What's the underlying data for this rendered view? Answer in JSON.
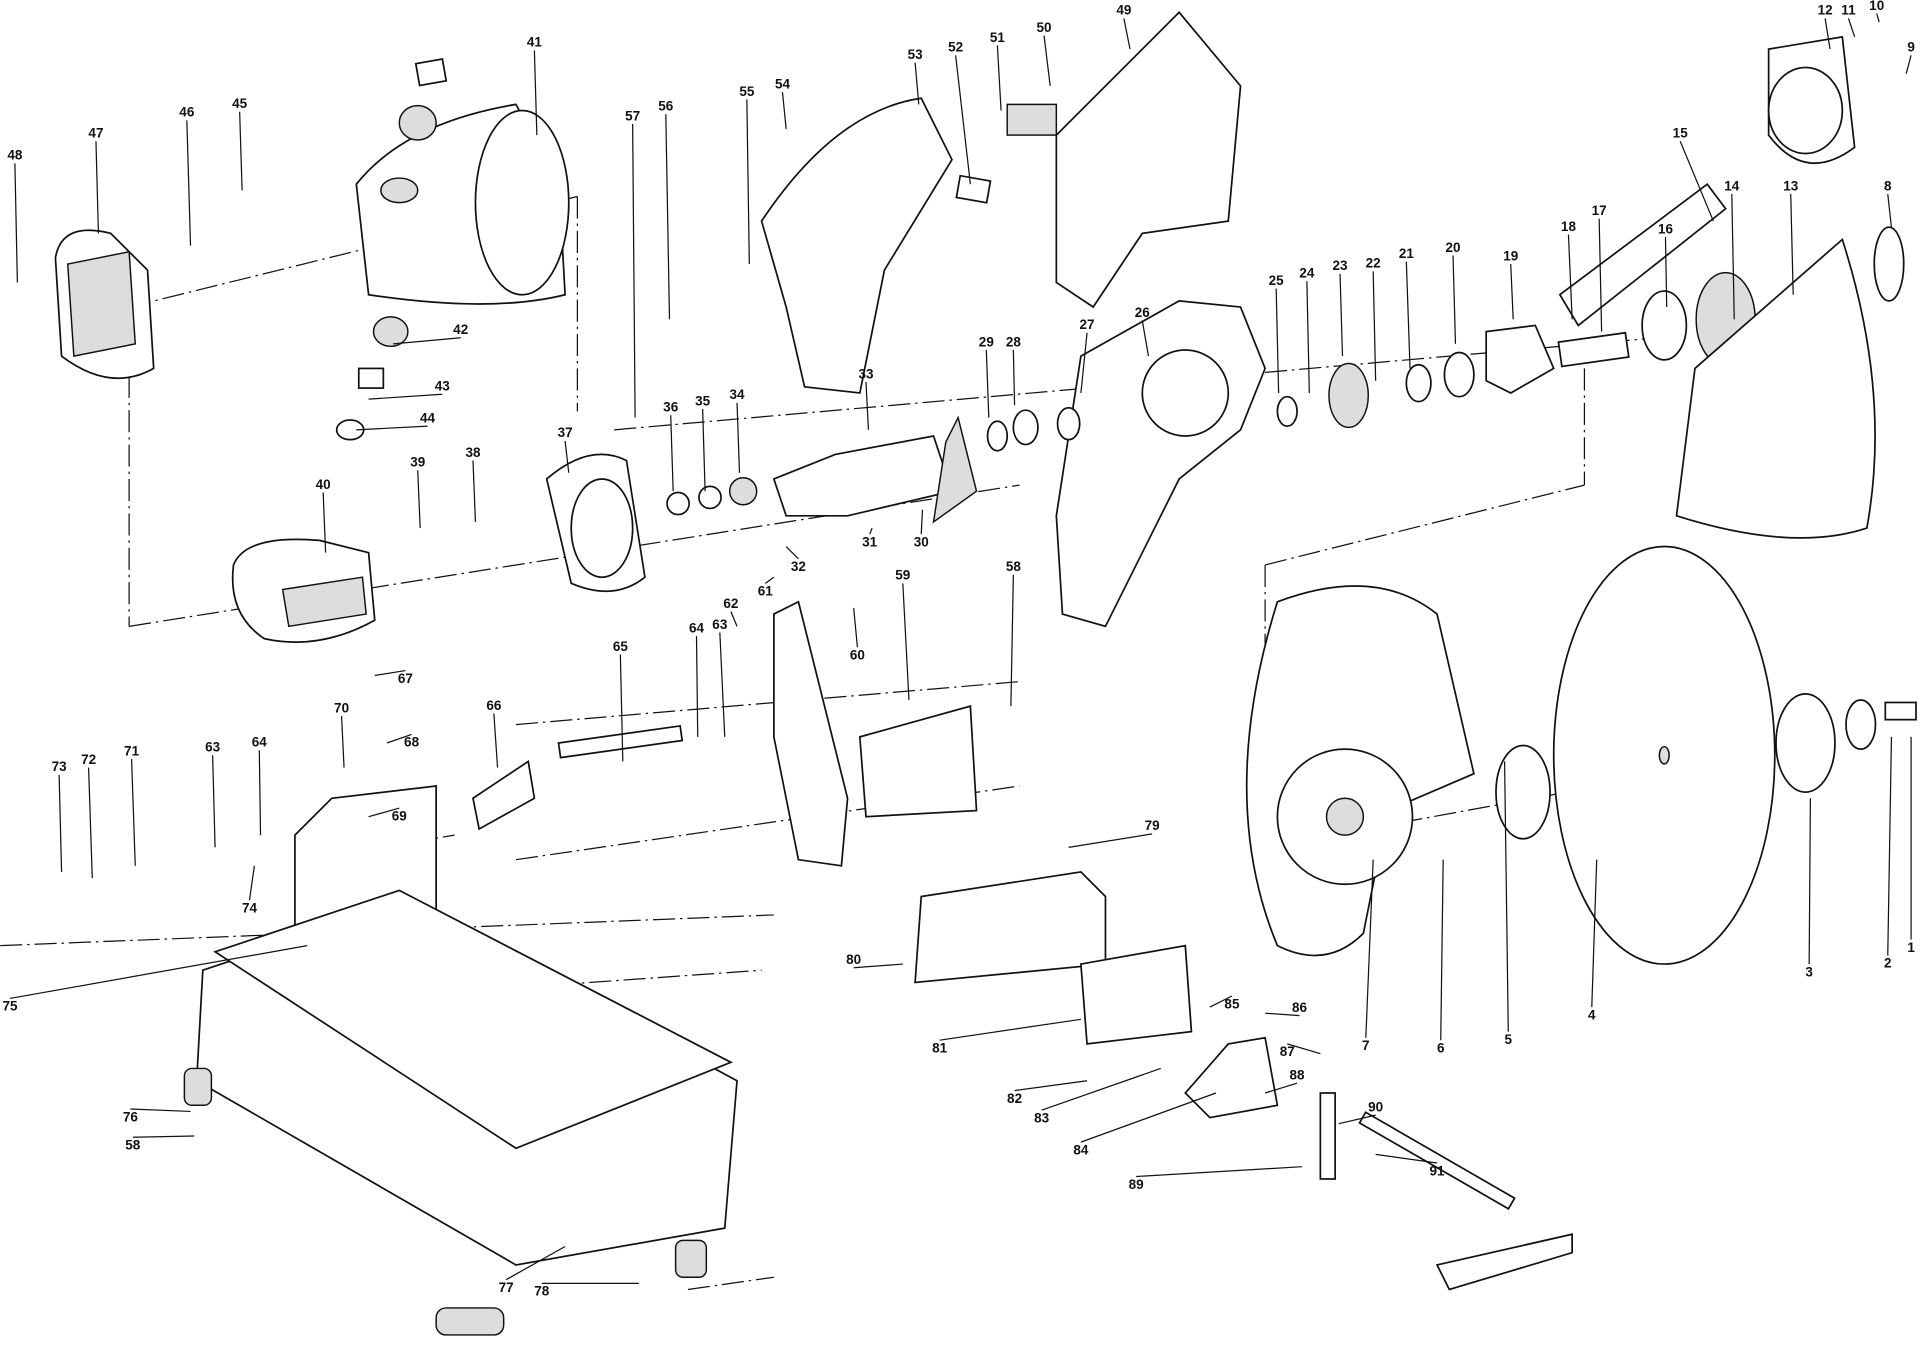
{
  "diagram": {
    "type": "exploded-parts-view",
    "part_labels": [
      "48",
      "47",
      "46",
      "45",
      "41",
      "53",
      "52",
      "51",
      "50",
      "49",
      "57",
      "56",
      "55",
      "54",
      "12",
      "11",
      "10",
      "9",
      "15",
      "14",
      "13",
      "8",
      "16",
      "17",
      "18",
      "19",
      "20",
      "21",
      "22",
      "23",
      "24",
      "25",
      "26",
      "27",
      "28",
      "29",
      "33",
      "34",
      "35",
      "36",
      "37",
      "39",
      "38",
      "40",
      "42",
      "43",
      "44",
      "30",
      "31",
      "32",
      "61",
      "62",
      "63",
      "64",
      "65",
      "60",
      "59",
      "58",
      "67",
      "70",
      "68",
      "69",
      "66",
      "71",
      "72",
      "73",
      "63",
      "64",
      "74",
      "75",
      "76",
      "58",
      "77",
      "78",
      "79",
      "80",
      "81",
      "82",
      "83",
      "84",
      "85",
      "86",
      "87",
      "88",
      "89",
      "90",
      "91",
      "7",
      "6",
      "5",
      "4",
      "3",
      "2",
      "1"
    ]
  }
}
